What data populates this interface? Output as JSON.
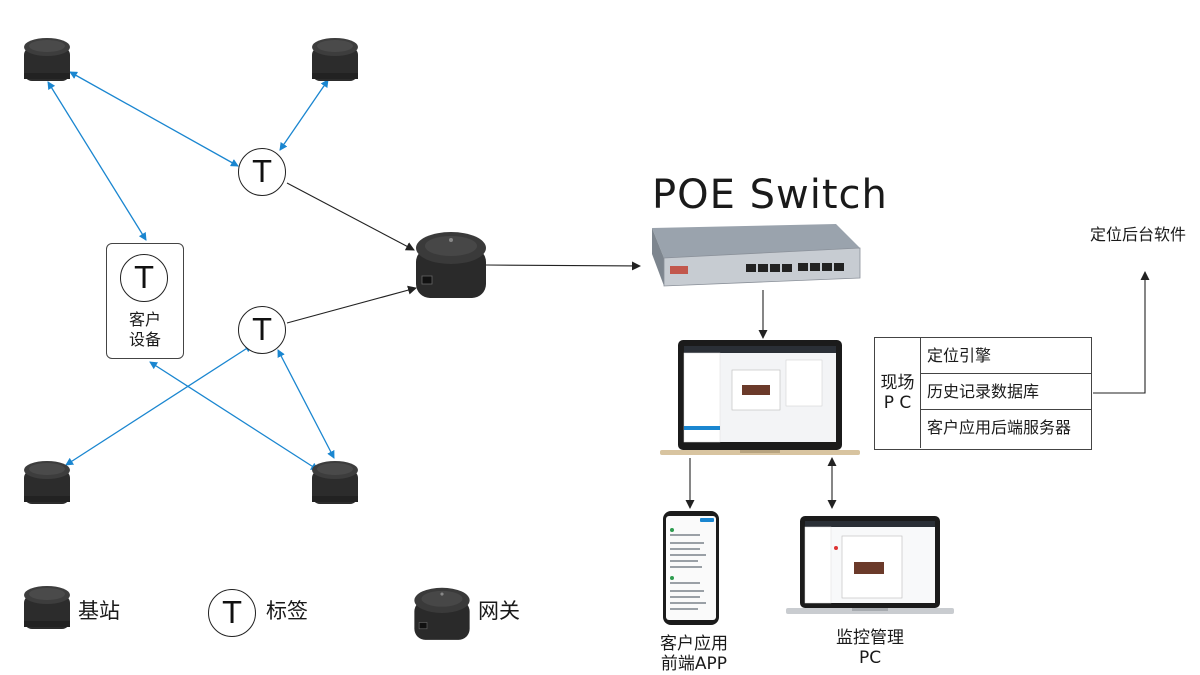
{
  "switch": {
    "title": "POE Switch"
  },
  "backend": {
    "label": "定位后台软件"
  },
  "customer_device": {
    "tag_symbol": "T",
    "label_line1": "客户",
    "label_line2": "设备"
  },
  "tags": {
    "symbol": "T"
  },
  "field_pc": {
    "label_line1": "现场",
    "label_line2": "P C",
    "rows": [
      "定位引擎",
      "历史记录数据库",
      "客户应用后端服务器"
    ]
  },
  "app": {
    "label_line1": "客户应用",
    "label_line2": "前端APP"
  },
  "monitor_pc": {
    "label_line1": "监控管理",
    "label_line2": "PC"
  },
  "legend": {
    "base_station": "基站",
    "tag": "标签",
    "gateway": "网关",
    "tag_symbol": "T"
  },
  "colors": {
    "blue_link": "#1a86d0",
    "black_link": "#222222",
    "device_dark": "#2a2a2a",
    "device_top": "#3a3a3a"
  }
}
